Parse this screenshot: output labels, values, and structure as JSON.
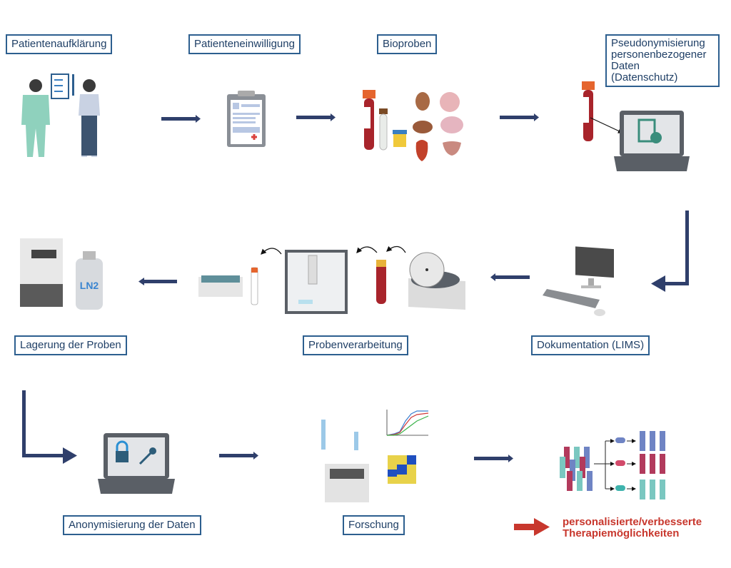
{
  "steps": {
    "aufklaerung": "Patientenaufklärung",
    "einwilligung": "Patienteneinwilligung",
    "bioproben": "Bioproben",
    "pseudo_line1": "Pseudonymisierung",
    "pseudo_line2": "personenbezogener",
    "pseudo_line3": "Daten",
    "pseudo_line4": "(Datenschutz)",
    "dokumentation": "Dokumentation (LIMS)",
    "verarbeitung": "Probenverarbeitung",
    "lagerung": "Lagerung der Proben",
    "anonymisierung": "Anonymisierung der Daten",
    "forschung": "Forschung"
  },
  "outcome": {
    "line1": "personalisierte/verbesserte",
    "line2": "Therapiemöglichkeiten"
  },
  "icons": {
    "tank_label": "LN2"
  },
  "colors": {
    "arrow": "#2f3f6b",
    "label_border": "#2d5f8f",
    "outcome_red": "#c8372d"
  }
}
